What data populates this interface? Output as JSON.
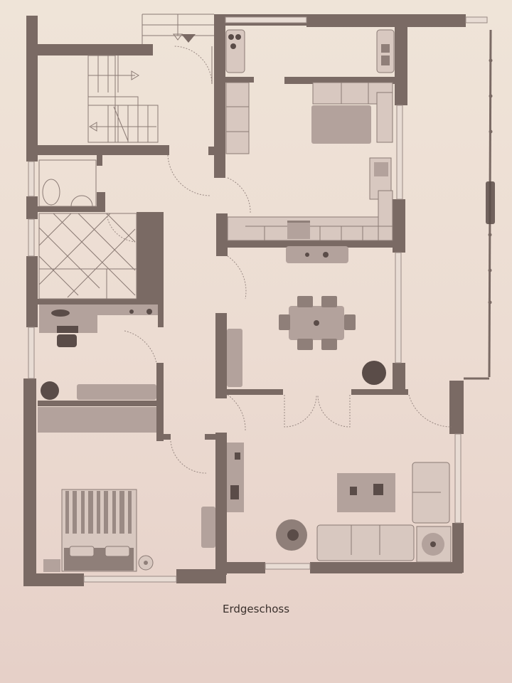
{
  "plan": {
    "caption": "Erdgeschoss",
    "colors": {
      "paper": "#ecdcd2",
      "wall": "#7a6a64",
      "furniture": "#b3a29c",
      "furniture_dark": "#8f7f79",
      "lines": "#8a7a74"
    },
    "rooms": [
      {
        "name": "stairwell",
        "description": "Staircase with two flights"
      },
      {
        "name": "entrance",
        "description": "Exterior entry steps with door"
      },
      {
        "name": "guest-wc",
        "description": "WC with toilet and sink"
      },
      {
        "name": "bathroom",
        "description": "Tiled bathroom with shower"
      },
      {
        "name": "study",
        "description": "Desk with chair"
      },
      {
        "name": "hallway",
        "description": "Central corridor"
      },
      {
        "name": "kitchen",
        "description": "L-shaped kitchen with corner bench and table"
      },
      {
        "name": "dining",
        "description": "Dining table with six chairs, plant"
      },
      {
        "name": "bedroom",
        "description": "Double bed with nightstand"
      },
      {
        "name": "living-room",
        "description": "Sofa, armchair, coffee table, plants, TV unit"
      },
      {
        "name": "terrace",
        "description": "Open terrace with railing"
      }
    ]
  }
}
